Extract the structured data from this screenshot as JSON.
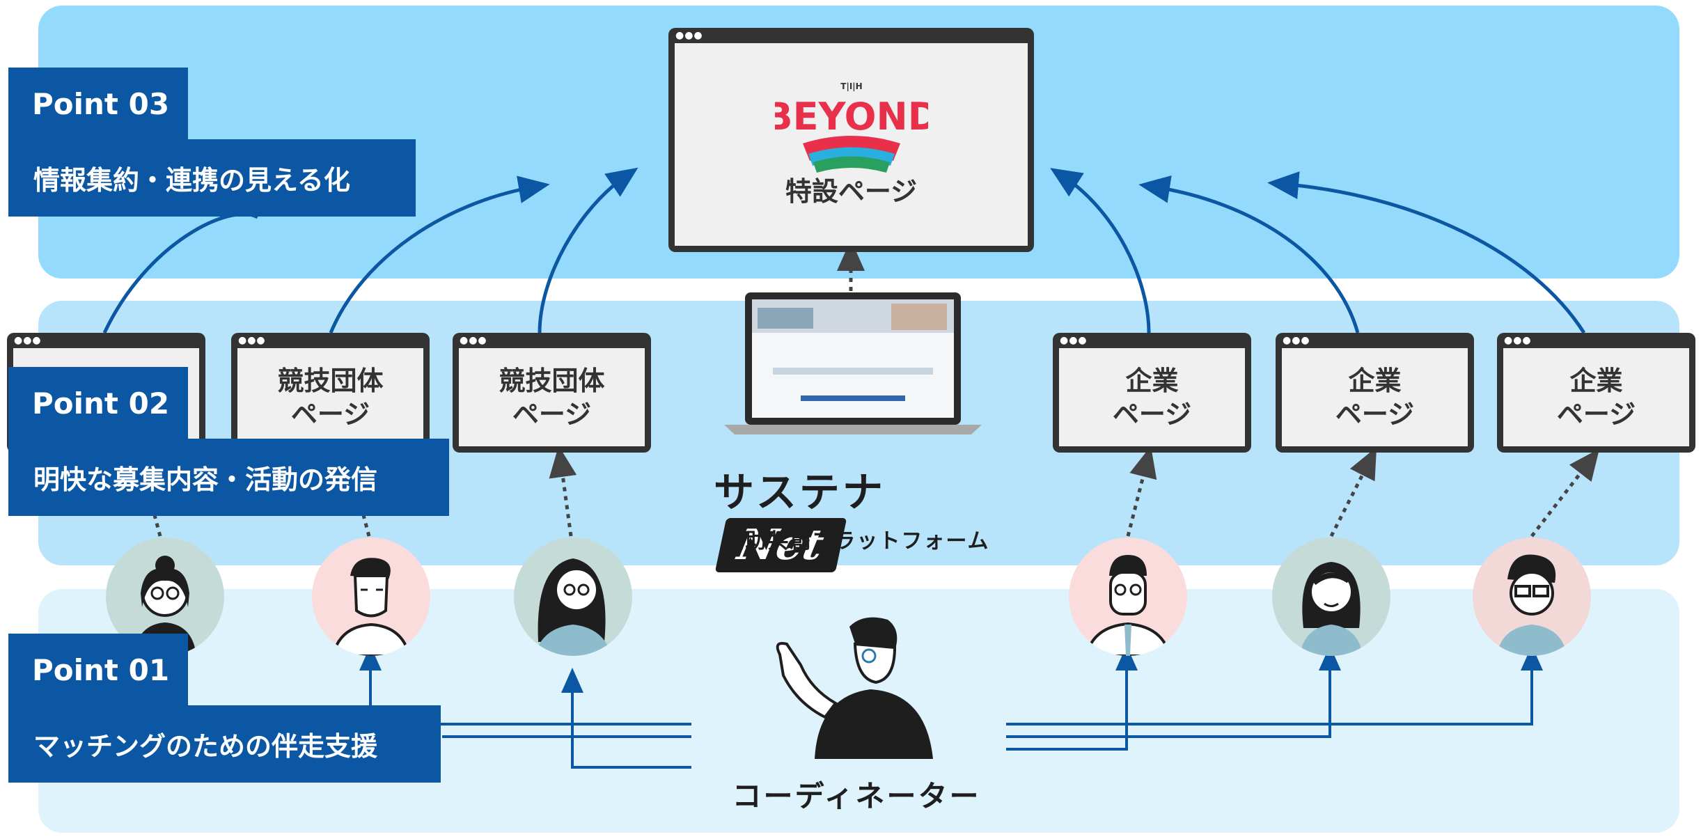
{
  "callouts": {
    "point03": {
      "head": "Point 03",
      "body": "情報集約・連携の見える化"
    },
    "point02": {
      "head": "Point 02",
      "body": "明快な募集内容・活動の発信"
    },
    "point01": {
      "head": "Point 01",
      "body": "マッチングのための伴走支援"
    }
  },
  "special_page": {
    "logo_text": "BEYOND",
    "label": "特設ページ"
  },
  "sports_pages": [
    {
      "line1": "競技団体",
      "line2": "ページ"
    },
    {
      "line1": "競技団体",
      "line2": "ページ"
    }
  ],
  "company_pages": [
    {
      "line1": "企業",
      "line2": "ページ"
    },
    {
      "line1": "企業",
      "line2": "ページ"
    },
    {
      "line1": "企業",
      "line2": "ページ"
    }
  ],
  "brand": {
    "name": "サステナ",
    "net": "Net",
    "subtitle": "共助共創プラットフォーム"
  },
  "coordinator": {
    "label": "コーディネーター"
  },
  "colors": {
    "top_band": "#94dafc",
    "mid_band": "#b8e4fb",
    "bottom_band": "#dff3fd",
    "accent": "#0b57a3",
    "window_frame": "#333333"
  },
  "icons": [
    "browser-window-icon",
    "laptop-icon",
    "person-avatar-icon",
    "coordinator-illustration-icon"
  ]
}
